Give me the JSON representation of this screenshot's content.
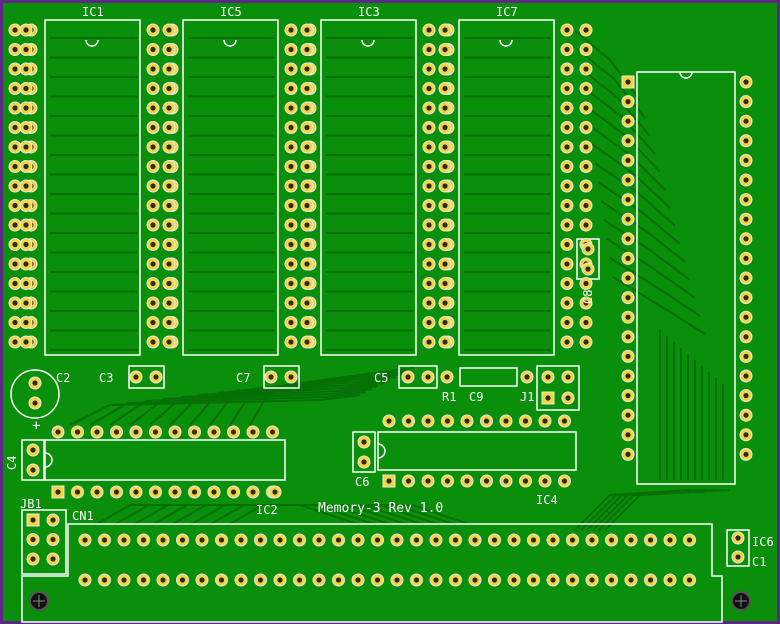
{
  "board": {
    "title": "Memory-3 Rev 1.0",
    "colors": {
      "background": "#5a2a82",
      "copper": "#0a8f0a",
      "trace": "#066f06",
      "silkscreen": "#ffffff",
      "pad_ring": "#f2d640",
      "drill": "#2a2a2a"
    }
  },
  "labels": {
    "ic1": "IC1",
    "ic5": "IC5",
    "ic3": "IC3",
    "ic7": "IC7",
    "ic2": "IC2",
    "ic4": "IC4",
    "ic6": "IC6",
    "c1": "C1",
    "c2": "C2",
    "c3": "C3",
    "c4": "C4",
    "c5": "C5",
    "c6": "C6",
    "c7": "C7",
    "c8": "C8",
    "c9": "C9",
    "r1": "R1",
    "j1": "J1",
    "jb1": "JB1",
    "cn1": "CN1",
    "plus": "+"
  }
}
